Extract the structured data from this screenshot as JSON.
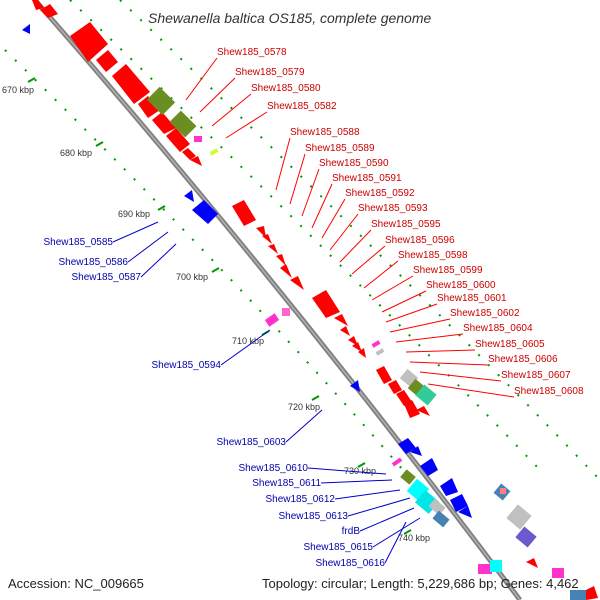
{
  "title": "Shewanella baltica OS185, complete genome",
  "footer": {
    "accession_label": "Accession:",
    "accession": "NC_009665",
    "topology_label": "Topology:",
    "topology": "circular",
    "length_label": "Length:",
    "length": "5,229,686 bp",
    "genes_label": "Genes:",
    "genes": "4,462"
  },
  "colors": {
    "forward_gene": "#ff0000",
    "reverse_gene": "#0000ff",
    "forward_label": "#cc0000",
    "reverse_label": "#0000aa",
    "backbone": "#808080",
    "tick_dots": "#009900",
    "olive": "#6b8e23",
    "magenta": "#ff33cc",
    "cyan": "#00ffff",
    "steelblue": "#4682b4",
    "silver": "#c0c0c0"
  },
  "ruler": [
    "670 kbp",
    "680 kbp",
    "690 kbp",
    "700 kbp",
    "710 kbp",
    "720 kbp",
    "730 kbp",
    "740 kbp"
  ],
  "forward_labels": [
    "Shew185_0578",
    "Shew185_0579",
    "Shew185_0580",
    "Shew185_0582",
    "Shew185_0588",
    "Shew185_0589",
    "Shew185_0590",
    "Shew185_0591",
    "Shew185_0592",
    "Shew185_0593",
    "Shew185_0595",
    "Shew185_0596",
    "Shew185_0598",
    "Shew185_0599",
    "Shew185_0600",
    "Shew185_0601",
    "Shew185_0602",
    "Shew185_0604",
    "Shew185_0605",
    "Shew185_0606",
    "Shew185_0607",
    "Shew185_0608"
  ],
  "reverse_labels": [
    "Shew185_0585",
    "Shew185_0586",
    "Shew185_0587",
    "Shew185_0594",
    "Shew185_0603",
    "Shew185_0610",
    "Shew185_0611",
    "Shew185_0612",
    "Shew185_0613",
    "frdB",
    "Shew185_0615",
    "Shew185_0616"
  ]
}
